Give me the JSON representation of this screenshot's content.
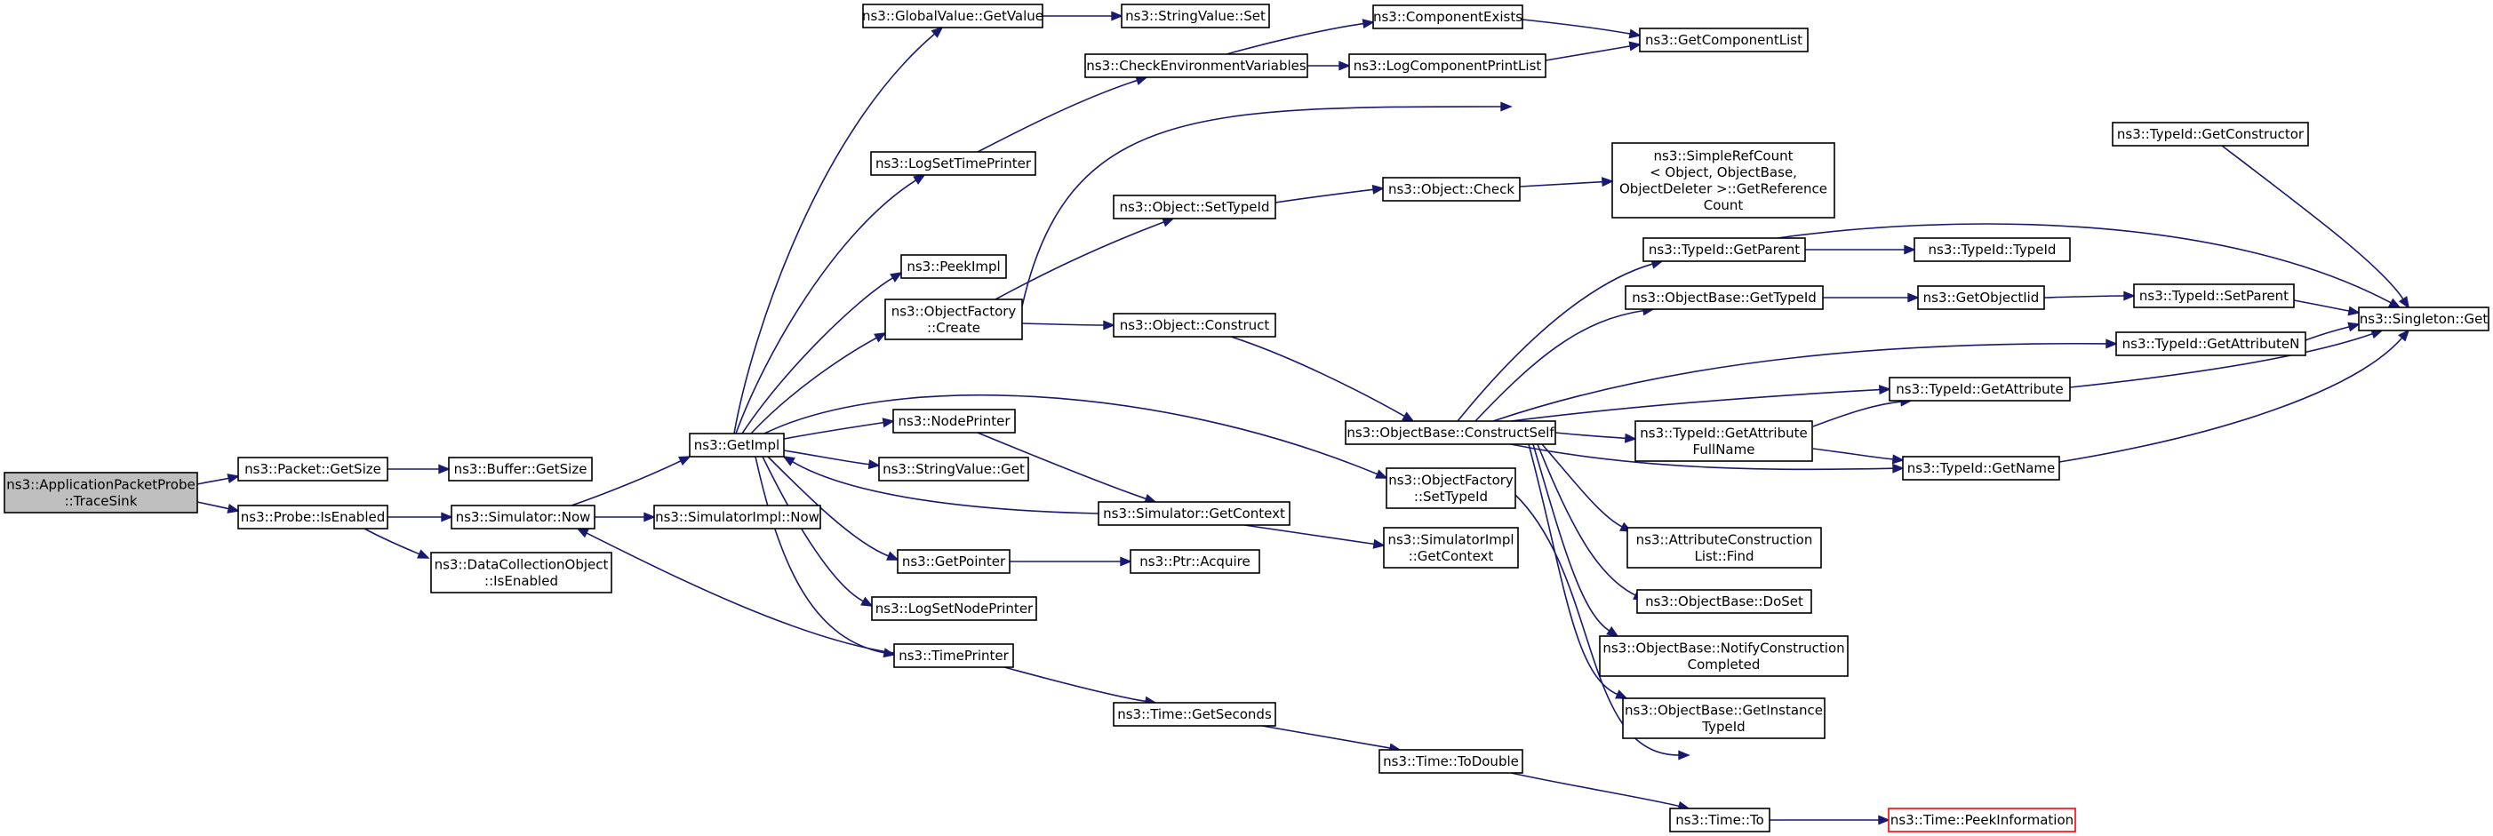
{
  "graph": {
    "nodes": [
      {
        "id": "trace_sink",
        "lines": [
          "ns3::ApplicationPacketProbe",
          "::TraceSink"
        ],
        "kind": "root"
      },
      {
        "id": "packet_getsize",
        "lines": [
          "ns3::Packet::GetSize"
        ]
      },
      {
        "id": "probe_isenabled",
        "lines": [
          "ns3::Probe::IsEnabled"
        ]
      },
      {
        "id": "buffer_getsize",
        "lines": [
          "ns3::Buffer::GetSize"
        ]
      },
      {
        "id": "simulator_now",
        "lines": [
          "ns3::Simulator::Now"
        ]
      },
      {
        "id": "datacollection_isenabled",
        "lines": [
          "ns3::DataCollectionObject",
          "::IsEnabled"
        ]
      },
      {
        "id": "getimpl",
        "lines": [
          "ns3::GetImpl"
        ]
      },
      {
        "id": "simimpl_now",
        "lines": [
          "ns3::SimulatorImpl::Now"
        ]
      },
      {
        "id": "globalvalue_getvalue",
        "lines": [
          "ns3::GlobalValue::GetValue"
        ]
      },
      {
        "id": "logsettimeprinter",
        "lines": [
          "ns3::LogSetTimePrinter"
        ]
      },
      {
        "id": "peekimpl",
        "lines": [
          "ns3::PeekImpl"
        ]
      },
      {
        "id": "objectfactory_create",
        "lines": [
          "ns3::ObjectFactory",
          "::Create"
        ]
      },
      {
        "id": "nodeprinter",
        "lines": [
          "ns3::NodePrinter"
        ]
      },
      {
        "id": "stringvalue_get",
        "lines": [
          "ns3::StringValue::Get"
        ]
      },
      {
        "id": "getpointer",
        "lines": [
          "ns3::GetPointer"
        ]
      },
      {
        "id": "logsetnodeprinter",
        "lines": [
          "ns3::LogSetNodePrinter"
        ]
      },
      {
        "id": "timeprinter",
        "lines": [
          "ns3::TimePrinter"
        ]
      },
      {
        "id": "stringvalue_set",
        "lines": [
          "ns3::StringValue::Set"
        ]
      },
      {
        "id": "checkenvvars",
        "lines": [
          "ns3::CheckEnvironmentVariables"
        ]
      },
      {
        "id": "object_settypeid",
        "lines": [
          "ns3::Object::SetTypeId"
        ]
      },
      {
        "id": "object_construct",
        "lines": [
          "ns3::Object::Construct"
        ]
      },
      {
        "id": "simulator_getcontext",
        "lines": [
          "ns3::Simulator::GetContext"
        ]
      },
      {
        "id": "ptr_acquire",
        "lines": [
          "ns3::Ptr::Acquire"
        ]
      },
      {
        "id": "time_getseconds",
        "lines": [
          "ns3::Time::GetSeconds"
        ]
      },
      {
        "id": "componentexists",
        "lines": [
          "ns3::ComponentExists"
        ]
      },
      {
        "id": "logcomponentprintlist",
        "lines": [
          "ns3::LogComponentPrintList"
        ]
      },
      {
        "id": "object_check",
        "lines": [
          "ns3::Object::Check"
        ]
      },
      {
        "id": "objectbase_constructself",
        "lines": [
          "ns3::ObjectBase::ConstructSelf"
        ]
      },
      {
        "id": "objectfactory_settypeid",
        "lines": [
          "ns3::ObjectFactory",
          "::SetTypeId"
        ]
      },
      {
        "id": "simimpl_getcontext",
        "lines": [
          "ns3::SimulatorImpl",
          "::GetContext"
        ]
      },
      {
        "id": "time_todouble",
        "lines": [
          "ns3::Time::ToDouble"
        ]
      },
      {
        "id": "getcomponentlist",
        "lines": [
          "ns3::GetComponentList"
        ]
      },
      {
        "id": "simplerefcount_getrefcount",
        "lines": [
          "ns3::SimpleRefCount",
          "< Object, ObjectBase,",
          "ObjectDeleter >::GetReference",
          "Count"
        ]
      },
      {
        "id": "typeid_getparent",
        "lines": [
          "ns3::TypeId::GetParent"
        ]
      },
      {
        "id": "objectbase_gettypeid",
        "lines": [
          "ns3::ObjectBase::GetTypeId"
        ]
      },
      {
        "id": "typeid_getattrfullname",
        "lines": [
          "ns3::TypeId::GetAttribute",
          "FullName"
        ]
      },
      {
        "id": "attrconstructionlist_find",
        "lines": [
          "ns3::AttributeConstruction",
          "List::Find"
        ]
      },
      {
        "id": "objectbase_doset",
        "lines": [
          "ns3::ObjectBase::DoSet"
        ]
      },
      {
        "id": "objectbase_notifyconstruction",
        "lines": [
          "ns3::ObjectBase::NotifyConstruction",
          "Completed"
        ]
      },
      {
        "id": "objectbase_getinstancetypeid",
        "lines": [
          "ns3::ObjectBase::GetInstance",
          "TypeId"
        ]
      },
      {
        "id": "time_to",
        "lines": [
          "ns3::Time::To"
        ]
      },
      {
        "id": "typeid_getconstructor",
        "lines": [
          "ns3::TypeId::GetConstructor"
        ]
      },
      {
        "id": "typeid_typeid",
        "lines": [
          "ns3::TypeId::TypeId"
        ]
      },
      {
        "id": "getobjectiid",
        "lines": [
          "ns3::GetObjectIid"
        ]
      },
      {
        "id": "typeid_getattributen",
        "lines": [
          "ns3::TypeId::GetAttributeN"
        ]
      },
      {
        "id": "typeid_getattribute",
        "lines": [
          "ns3::TypeId::GetAttribute"
        ]
      },
      {
        "id": "typeid_getname",
        "lines": [
          "ns3::TypeId::GetName"
        ]
      },
      {
        "id": "time_peekinformation",
        "lines": [
          "ns3::Time::PeekInformation"
        ],
        "kind": "external"
      },
      {
        "id": "typeid_setparent",
        "lines": [
          "ns3::TypeId::SetParent"
        ]
      },
      {
        "id": "singleton_get",
        "lines": [
          "ns3::Singleton::Get"
        ]
      }
    ],
    "edges": [
      {
        "from": "trace_sink",
        "to": "packet_getsize"
      },
      {
        "from": "trace_sink",
        "to": "probe_isenabled"
      },
      {
        "from": "packet_getsize",
        "to": "buffer_getsize"
      },
      {
        "from": "probe_isenabled",
        "to": "simulator_now"
      },
      {
        "from": "probe_isenabled",
        "to": "datacollection_isenabled"
      },
      {
        "from": "simulator_now",
        "to": "getimpl"
      },
      {
        "from": "simulator_now",
        "to": "simimpl_now"
      },
      {
        "from": "getimpl",
        "to": "globalvalue_getvalue"
      },
      {
        "from": "getimpl",
        "to": "logsettimeprinter"
      },
      {
        "from": "getimpl",
        "to": "peekimpl"
      },
      {
        "from": "getimpl",
        "to": "objectfactory_create"
      },
      {
        "from": "getimpl",
        "to": "objectfactory_settypeid"
      },
      {
        "from": "getimpl",
        "to": "nodeprinter"
      },
      {
        "from": "getimpl",
        "to": "stringvalue_get"
      },
      {
        "from": "getimpl",
        "to": "getpointer"
      },
      {
        "from": "getimpl",
        "to": "logsetnodeprinter"
      },
      {
        "from": "getimpl",
        "to": "timeprinter"
      },
      {
        "from": "globalvalue_getvalue",
        "to": "stringvalue_set"
      },
      {
        "from": "logsettimeprinter",
        "to": "checkenvvars"
      },
      {
        "from": "checkenvvars",
        "to": "componentexists"
      },
      {
        "from": "checkenvvars",
        "to": "logcomponentprintlist"
      },
      {
        "from": "componentexists",
        "to": "getcomponentlist"
      },
      {
        "from": "logcomponentprintlist",
        "to": "getcomponentlist"
      },
      {
        "from": "objectfactory_create",
        "to": "object_settypeid"
      },
      {
        "from": "objectfactory_create",
        "to": "object_construct"
      },
      {
        "from": "objectfactory_create",
        "to": "typeid_getconstructor"
      },
      {
        "from": "object_settypeid",
        "to": "object_check"
      },
      {
        "from": "object_check",
        "to": "simplerefcount_getrefcount"
      },
      {
        "from": "object_construct",
        "to": "objectbase_constructself"
      },
      {
        "from": "nodeprinter",
        "to": "simulator_getcontext"
      },
      {
        "from": "simulator_getcontext",
        "to": "getimpl"
      },
      {
        "from": "simulator_getcontext",
        "to": "simimpl_getcontext"
      },
      {
        "from": "getpointer",
        "to": "ptr_acquire"
      },
      {
        "from": "timeprinter",
        "to": "simulator_now"
      },
      {
        "from": "timeprinter",
        "to": "time_getseconds"
      },
      {
        "from": "time_getseconds",
        "to": "time_todouble"
      },
      {
        "from": "time_todouble",
        "to": "time_to"
      },
      {
        "from": "time_to",
        "to": "time_peekinformation"
      },
      {
        "from": "objectfactory_settypeid",
        "to": "typeid_getname"
      },
      {
        "from": "objectbase_constructself",
        "to": "typeid_getparent"
      },
      {
        "from": "objectbase_constructself",
        "to": "objectbase_gettypeid"
      },
      {
        "from": "objectbase_constructself",
        "to": "typeid_getattributen"
      },
      {
        "from": "objectbase_constructself",
        "to": "typeid_getattribute"
      },
      {
        "from": "objectbase_constructself",
        "to": "typeid_getattrfullname"
      },
      {
        "from": "objectbase_constructself",
        "to": "typeid_getname"
      },
      {
        "from": "objectbase_constructself",
        "to": "attrconstructionlist_find"
      },
      {
        "from": "objectbase_constructself",
        "to": "objectbase_doset"
      },
      {
        "from": "objectbase_constructself",
        "to": "objectbase_notifyconstruction"
      },
      {
        "from": "objectbase_constructself",
        "to": "objectbase_getinstancetypeid"
      },
      {
        "from": "typeid_getparent",
        "to": "typeid_typeid"
      },
      {
        "from": "typeid_getparent",
        "to": "singleton_get"
      },
      {
        "from": "objectbase_gettypeid",
        "to": "getobjectiid"
      },
      {
        "from": "getobjectiid",
        "to": "typeid_setparent"
      },
      {
        "from": "typeid_setparent",
        "to": "singleton_get"
      },
      {
        "from": "typeid_getattributen",
        "to": "singleton_get"
      },
      {
        "from": "typeid_getattribute",
        "to": "singleton_get"
      },
      {
        "from": "typeid_getattrfullname",
        "to": "typeid_getattribute"
      },
      {
        "from": "typeid_getattrfullname",
        "to": "typeid_getname"
      },
      {
        "from": "typeid_getname",
        "to": "singleton_get"
      },
      {
        "from": "typeid_getconstructor",
        "to": "singleton_get"
      }
    ]
  },
  "colors": {
    "edge": "#191970",
    "node_border": "#000000",
    "root_fill": "#bfbfbf",
    "external_border": "#ff0000"
  }
}
